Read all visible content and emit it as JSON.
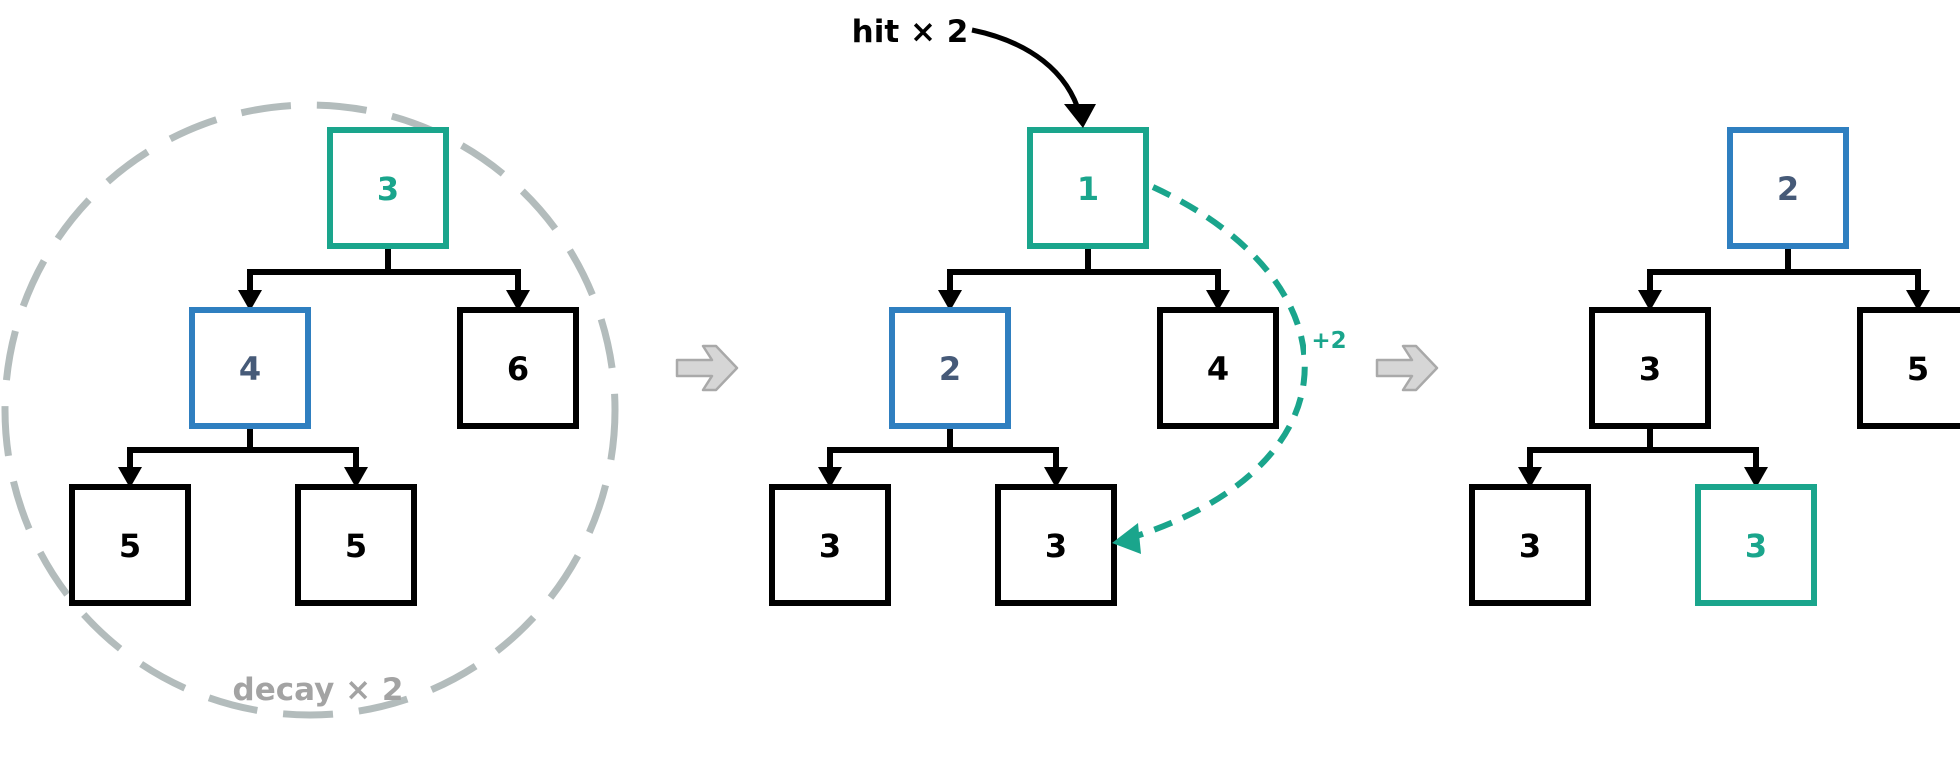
{
  "colors": {
    "green": "#1aa58c",
    "blue": "#2f7fc0",
    "blue_text": "#465a78",
    "black": "#000000",
    "gray": "#a3a3a3",
    "circle": "#b3bcbc",
    "arrow_fill": "#d6d6d6",
    "arrow_stroke": "#a9a9a9"
  },
  "stages": [
    {
      "nodes": [
        {
          "value": "3",
          "style": "green"
        },
        {
          "value": "4",
          "style": "blue"
        },
        {
          "value": "6",
          "style": "plain"
        },
        {
          "value": "5",
          "style": "plain"
        },
        {
          "value": "5",
          "style": "plain"
        }
      ]
    },
    {
      "nodes": [
        {
          "value": "1",
          "style": "green"
        },
        {
          "value": "2",
          "style": "blue"
        },
        {
          "value": "4",
          "style": "plain"
        },
        {
          "value": "3",
          "style": "plain"
        },
        {
          "value": "3",
          "style": "plain"
        }
      ]
    },
    {
      "nodes": [
        {
          "value": "2",
          "style": "blue"
        },
        {
          "value": "3",
          "style": "plain"
        },
        {
          "value": "5",
          "style": "plain"
        },
        {
          "value": "3",
          "style": "plain"
        },
        {
          "value": "3",
          "style": "green"
        }
      ]
    }
  ],
  "annotations": {
    "decay": "decay × 2",
    "hit": "hit × 2",
    "move": "+2"
  }
}
